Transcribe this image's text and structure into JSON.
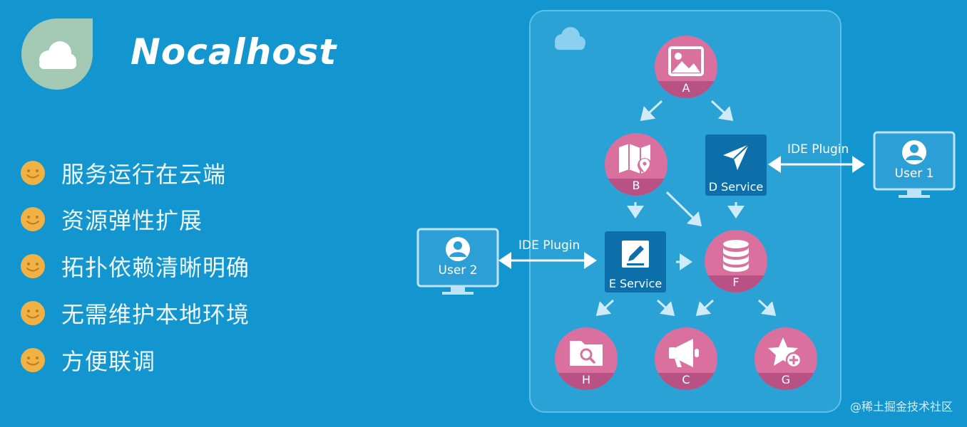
{
  "brand": {
    "name": "Nocalhost"
  },
  "features": [
    "服务运行在云端",
    "资源弹性扩展",
    "拓扑依赖清晰明确",
    "无需维护本地环境",
    "方便联调"
  ],
  "diagram": {
    "nodes": {
      "A": "A",
      "B": "B",
      "C": "C",
      "F": "F",
      "G": "G",
      "H": "H",
      "D": "D Service",
      "E": "E Service"
    },
    "users": {
      "user1": "User 1",
      "user2": "User 2"
    },
    "links": {
      "plugin_right": "IDE Plugin",
      "plugin_left": "IDE Plugin"
    }
  },
  "watermark": "@稀土掘金技术社区",
  "colors": {
    "background": "#1395cf",
    "panel": "#2aa2d6",
    "node_pink": "#d9709e",
    "node_pink_dark": "#b95284",
    "service_blue": "#0d6fa9",
    "smiley": "#f0b244",
    "logo_green": "#a3c9b4"
  }
}
